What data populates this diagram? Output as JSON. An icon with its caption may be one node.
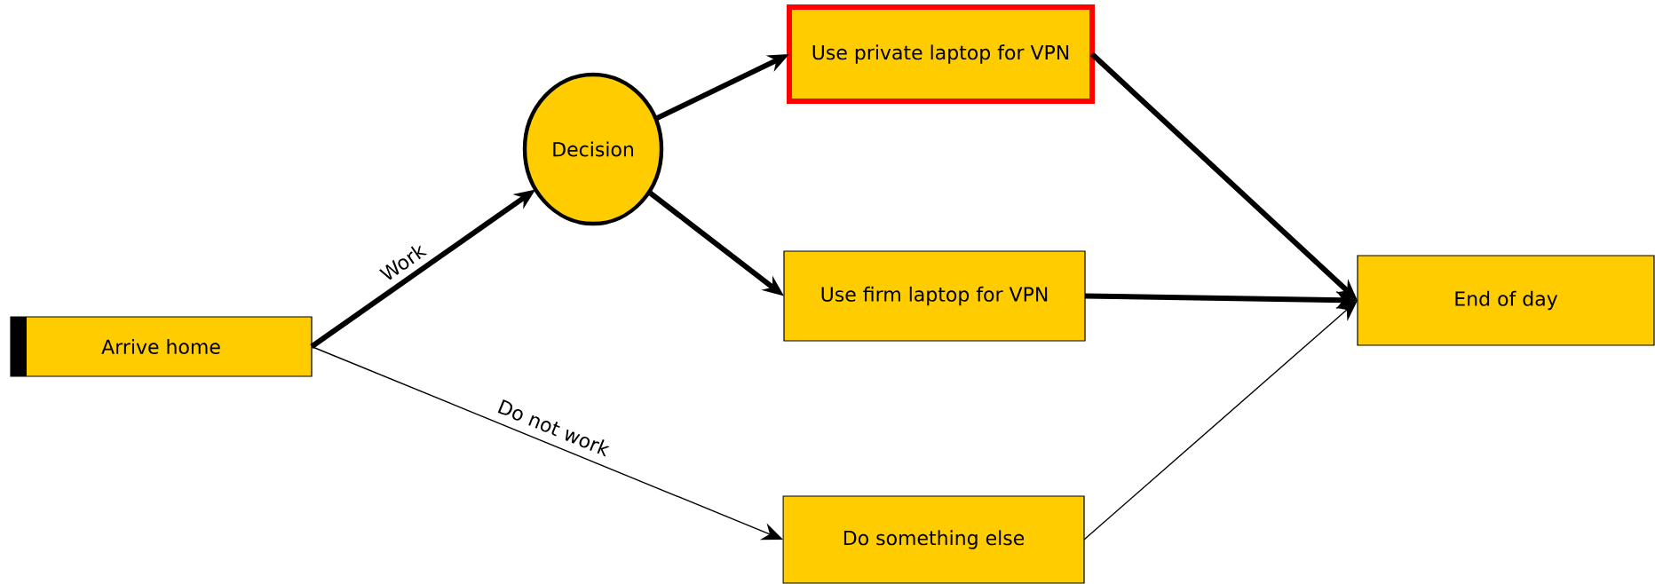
{
  "diagram": {
    "nodes": [
      {
        "text": [
          "Arrive home"
        ]
      },
      {
        "text": [
          "Decision"
        ]
      },
      {
        "text": [
          "Use private laptop for VPN"
        ]
      },
      {
        "text": [
          "Use firm laptop for VPN"
        ]
      },
      {
        "text": [
          "Do something else"
        ]
      },
      {
        "text": [
          "End of day"
        ]
      }
    ],
    "edges": [
      {
        "from": 0,
        "to": 1,
        "arrow": "to",
        "label": "Work"
      },
      {
        "from": 0,
        "to": 4,
        "arrow": "to",
        "label": "Do not work"
      },
      {
        "from": 1,
        "to": 2,
        "arrow": "to"
      },
      {
        "from": 1,
        "to": 3,
        "arrow": "to"
      },
      {
        "from": 2,
        "to": 5,
        "arrow": "to"
      },
      {
        "from": 3,
        "to": 5,
        "arrow": "to"
      },
      {
        "from": 4,
        "to": 5,
        "arrow": "to"
      }
    ]
  }
}
